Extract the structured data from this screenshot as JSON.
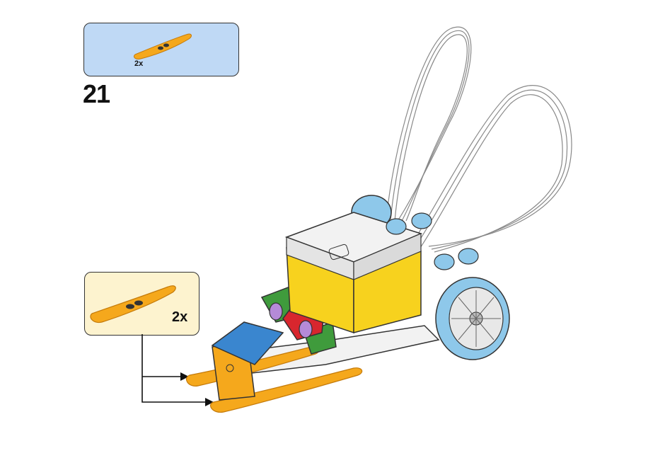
{
  "step": {
    "number": "21"
  },
  "parts_list": {
    "part": "orange-ski-plate-icon",
    "quantity": "2x",
    "color": "#f5a81c"
  },
  "callout": {
    "part": "orange-ski-plate-icon",
    "quantity": "2x",
    "color": "#f5a81c"
  },
  "colors": {
    "parts_box_bg": "#bfd9f5",
    "callout_bg": "#fdf3cf",
    "hub_yellow": "#f7d21e",
    "hub_white": "#f2f2f2",
    "wheel_blue": "#8ec8ea",
    "brick_blue": "#3a86cf",
    "brick_green": "#3f9b3c",
    "brick_red": "#d8262e",
    "brick_lavender": "#b58ad8"
  }
}
